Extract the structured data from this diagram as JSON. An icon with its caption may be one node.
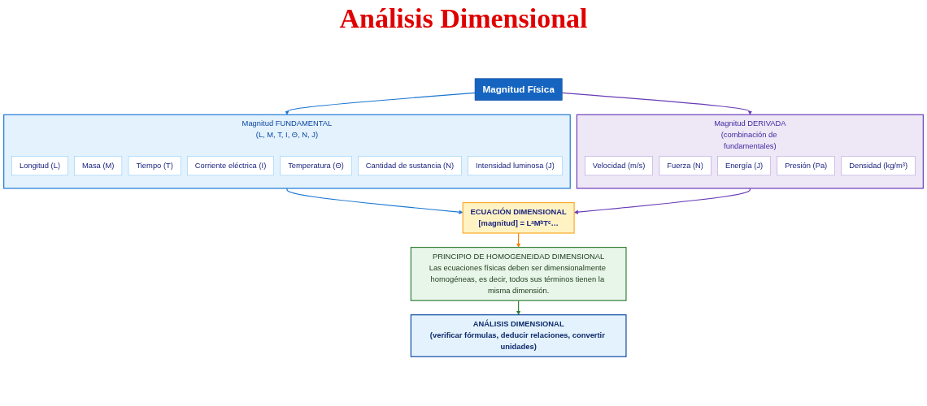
{
  "diagram": {
    "title": "Análisis Dimensional",
    "nodes": [
      {
        "text": [
          "Magnitud Física"
        ]
      },
      {
        "text": [
          "Magnitud FUNDAMENTAL",
          "(L, M, T, I, Θ, N, J)"
        ]
      },
      {
        "text": [
          "Longitud (L)"
        ],
        "in": 1
      },
      {
        "text": [
          "Masa (M)"
        ],
        "in": 1
      },
      {
        "text": [
          "Tiempo (T)"
        ],
        "in": 1
      },
      {
        "text": [
          "Corriente eléctrica (I)"
        ],
        "in": 1
      },
      {
        "text": [
          "Temperatura (Θ)"
        ],
        "in": 1
      },
      {
        "text": [
          "Cantidad de sustancia (N)"
        ],
        "in": 1
      },
      {
        "text": [
          "Intensidad luminosa (J)"
        ],
        "in": 1
      },
      {
        "text": [
          "Magnitud DERIVADA",
          "(combinación de fundamentales)"
        ]
      },
      {
        "text": [
          "Velocidad (m/s)"
        ],
        "in": 9
      },
      {
        "text": [
          "Fuerza (N)"
        ],
        "in": 9
      },
      {
        "text": [
          "Energía (J)"
        ],
        "in": 9
      },
      {
        "text": [
          "Presión (Pa)"
        ],
        "in": 9
      },
      {
        "text": [
          "Densidad (kg/m³)"
        ],
        "in": 9
      },
      {
        "text": [
          "ECUACIÓN DIMENSIONAL",
          "[magnitud] = LᵃMᵇTᶜ…"
        ]
      },
      {
        "text": [
          "PRINCIPIO DE HOMOGENEIDAD DIMENSIONAL",
          "Las ecuaciones físicas deben ser dimensionalmente homogéneas, es decir, todos sus términos tienen la misma dimensión."
        ]
      },
      {
        "text": [
          "ANÁLISIS DIMENSIONAL",
          "(verificar fórmulas, deducir relaciones, convertir unidades)"
        ]
      }
    ],
    "edges": [
      {
        "from": 0,
        "to": 1,
        "arrow": "to",
        "color": "#1976d2"
      },
      {
        "from": 0,
        "to": 9,
        "arrow": "to",
        "color": "#673ab7"
      },
      {
        "from": 1,
        "to": 15,
        "arrow": "to",
        "color": "#1976d2"
      },
      {
        "from": 9,
        "to": 15,
        "arrow": "to",
        "color": "#673ab7"
      },
      {
        "from": 15,
        "to": 16,
        "arrow": "to",
        "color": "#f57c00"
      },
      {
        "from": 16,
        "to": 17,
        "arrow": "to",
        "color": "#2e7d32"
      }
    ]
  }
}
